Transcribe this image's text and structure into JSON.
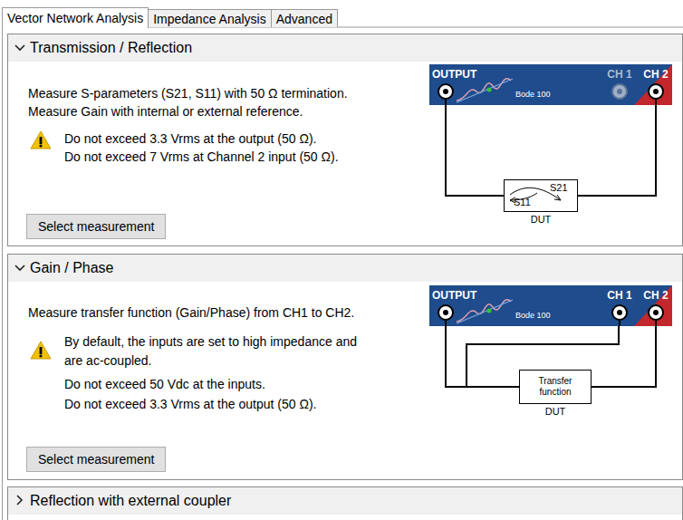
{
  "diagram": {
    "nodes": [
      {
        "text": [
          "Vector Network Analysis"
        ]
      },
      {
        "text": [
          "Impedance Analysis"
        ]
      },
      {
        "text": [
          "Advanced"
        ]
      },
      {
        "text": [
          "Transmission / Reflection",
          "Measure S-parameters (S21, S11) with 50 Ω termination.",
          "Measure Gain with internal or external reference.",
          "Do not exceed 3.3 Vrms at the output (50 Ω).",
          "Do not exceed 7 Vrms at Channel 2 input (50 Ω)."
        ]
      },
      {
        "text": [
          "Select measurement"
        ],
        "in": 3
      },
      {
        "text": [
          "OUTPUT",
          "Bode 100",
          "CH 1",
          "CH 2"
        ],
        "in": 3
      },
      {
        "text": [
          "S11",
          "S21",
          "DUT"
        ],
        "in": 3
      },
      {
        "text": [
          "Gain / Phase",
          "Measure transfer function (Gain/Phase) from CH1 to CH2.",
          "By default, the inputs are set to high impedance and are ac-coupled.",
          "Do not exceed 50 Vdc at the inputs.",
          "Do not exceed 3.3 Vrms at the output (50 Ω)."
        ]
      },
      {
        "text": [
          "Select measurement"
        ],
        "in": 7
      },
      {
        "text": [
          "OUTPUT",
          "Bode 100",
          "CH 1",
          "CH 2"
        ],
        "in": 7
      },
      {
        "text": [
          "Transfer function",
          "DUT"
        ],
        "in": 7
      },
      {
        "text": [
          "Reflection with external coupler"
        ]
      }
    ],
    "edges": [
      {
        "from": 5,
        "to": 6,
        "arrow": "none"
      },
      {
        "from": 6,
        "to": 5,
        "arrow": "none"
      },
      {
        "from": 9,
        "to": 10,
        "arrow": "none"
      },
      {
        "from": 10,
        "to": 9,
        "arrow": "none"
      }
    ]
  }
}
